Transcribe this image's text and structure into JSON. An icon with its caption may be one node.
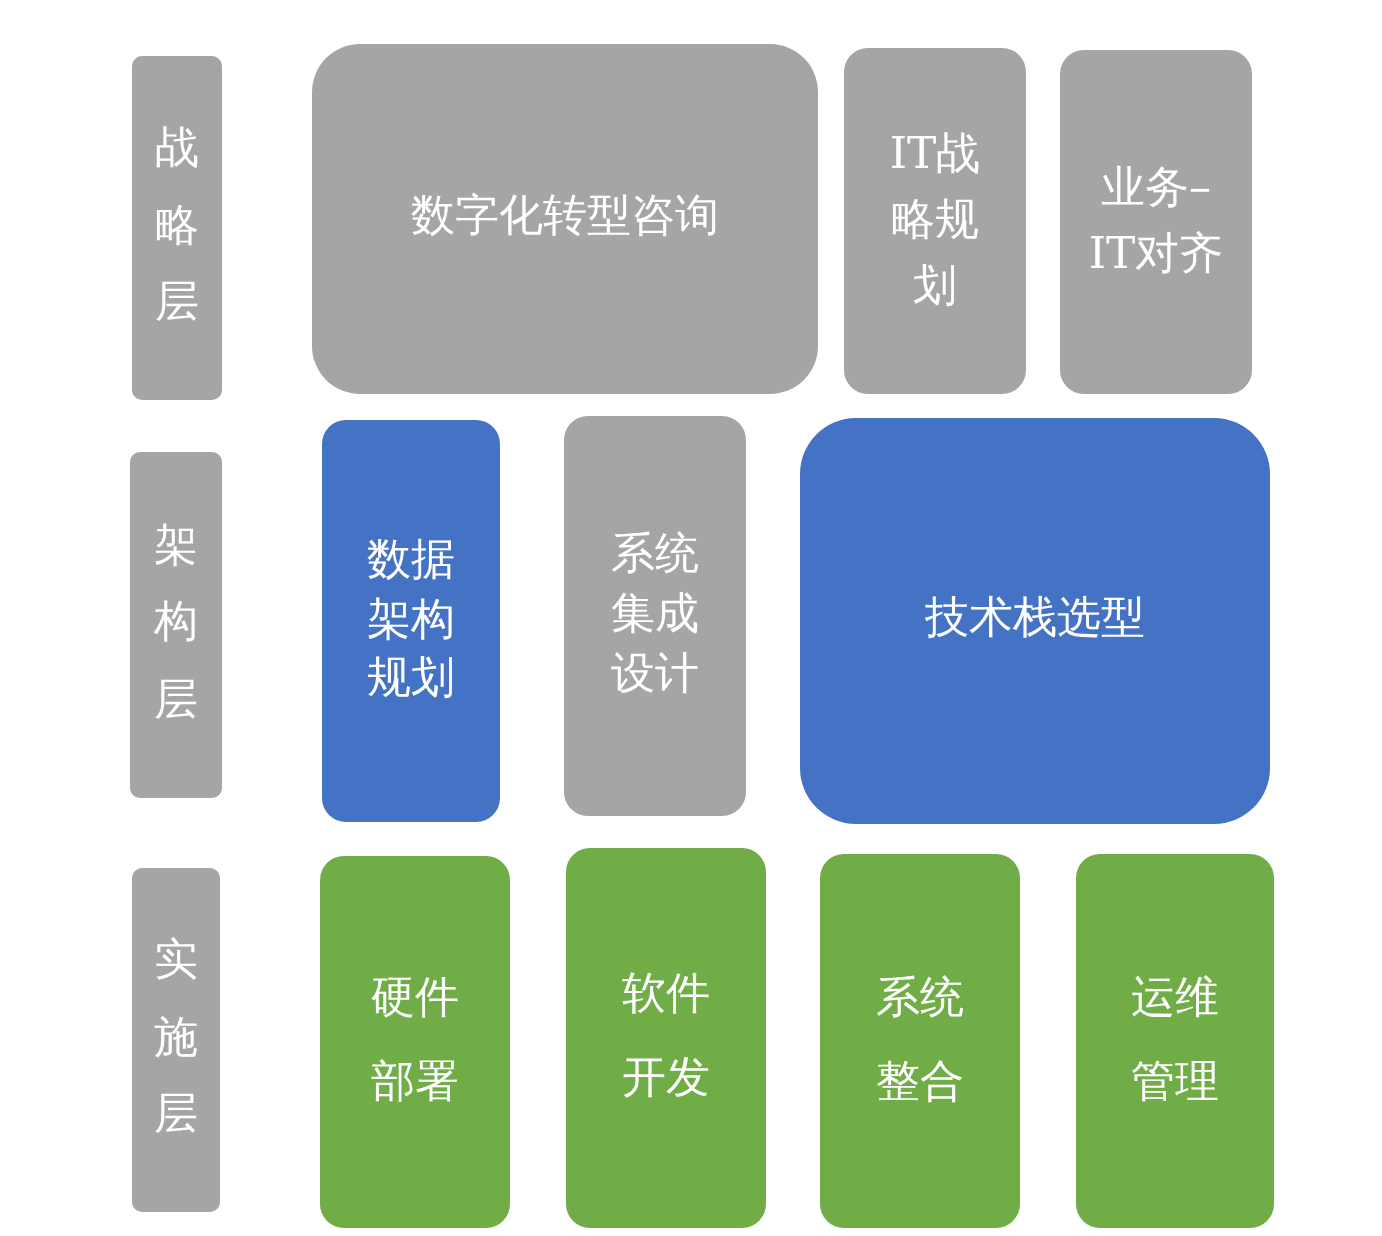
{
  "diagram": {
    "nodes": [
      {
        "text": [
          "战略层"
        ]
      },
      {
        "text": [
          "数字化转型咨询"
        ]
      },
      {
        "text": [
          "IT战略规划"
        ]
      },
      {
        "text": [
          "业务–IT对齐"
        ]
      },
      {
        "text": [
          "架构层"
        ]
      },
      {
        "text": [
          "数据架构规划"
        ]
      },
      {
        "text": [
          "系统集成设计"
        ]
      },
      {
        "text": [
          "技术栈选型"
        ]
      },
      {
        "text": [
          "实施层"
        ]
      },
      {
        "text": [
          "硬件部署"
        ]
      },
      {
        "text": [
          "软件开发"
        ]
      },
      {
        "text": [
          "系统整合"
        ]
      },
      {
        "text": [
          "运维管理"
        ]
      }
    ]
  }
}
